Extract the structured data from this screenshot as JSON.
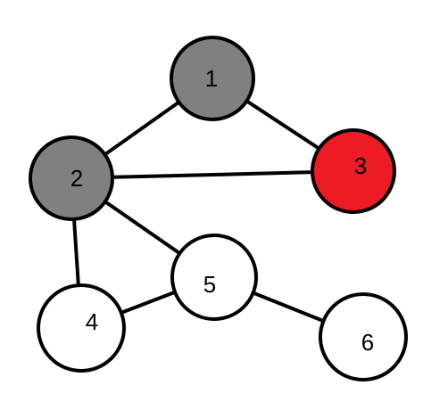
{
  "graph": {
    "nodes": [
      {
        "id": "1",
        "label": "1",
        "fill": "#808080"
      },
      {
        "id": "2",
        "label": "2",
        "fill": "#808080"
      },
      {
        "id": "3",
        "label": "3",
        "fill": "#ed1c24"
      },
      {
        "id": "4",
        "label": "4",
        "fill": "#ffffff"
      },
      {
        "id": "5",
        "label": "5",
        "fill": "#ffffff"
      },
      {
        "id": "6",
        "label": "6",
        "fill": "#ffffff"
      }
    ],
    "edges": [
      {
        "from": "1",
        "to": "2"
      },
      {
        "from": "1",
        "to": "3"
      },
      {
        "from": "2",
        "to": "3"
      },
      {
        "from": "2",
        "to": "4"
      },
      {
        "from": "2",
        "to": "5"
      },
      {
        "from": "4",
        "to": "5"
      },
      {
        "from": "5",
        "to": "6"
      }
    ],
    "stroke_color": "#000000"
  }
}
